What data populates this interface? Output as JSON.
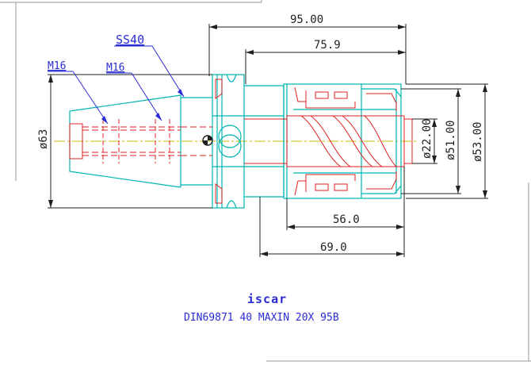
{
  "drawing": {
    "colors": {
      "dimension": "#1f1f1f",
      "outline": "#00b4b4",
      "detail": "#e02020",
      "callout": "#2b2bd6",
      "centerline": "#d4b800",
      "frame": "#9a9a9a"
    },
    "dimensions": {
      "overall_length": "95.00",
      "cutter_length": "75.9",
      "diameter_63": "ø63",
      "diameter_22": "ø22.00",
      "diameter_51": "ø51.00",
      "diameter_53": "ø53.00",
      "length_56": "56.0",
      "length_69": "69.0"
    },
    "callouts": {
      "thread_outer": "M16",
      "thread_inner": "M16",
      "taper": "SS40"
    },
    "caption": {
      "logo": "iscar",
      "title": "DIN69871 40 MAXIN 20X 95B"
    }
  }
}
